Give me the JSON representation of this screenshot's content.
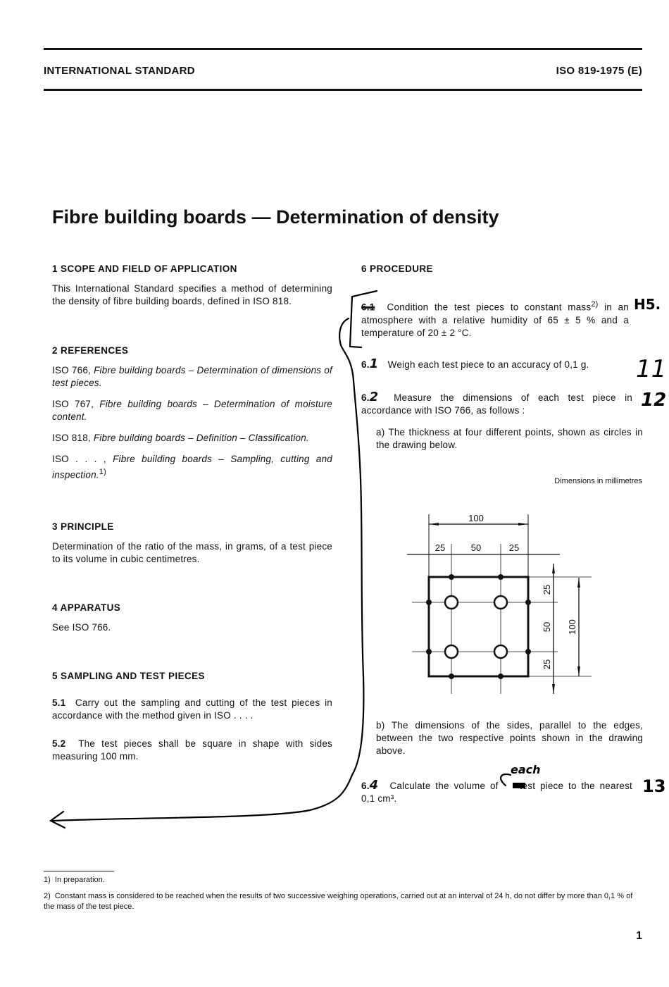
{
  "header": {
    "left": "INTERNATIONAL STANDARD",
    "right": "ISO 819-1975 (E)"
  },
  "title": "Fibre building boards — Determination of density",
  "left": {
    "s1": {
      "heading": "1  SCOPE AND FIELD OF APPLICATION",
      "text": "This International Standard specifies a method of determining the density of fibre building boards, defined in ISO 818."
    },
    "s2": {
      "heading": "2  REFERENCES",
      "refs": [
        {
          "num": "ISO 766,",
          "title": "Fibre building boards – Determination of dimensions of test pieces."
        },
        {
          "num": "ISO 767,",
          "title": "Fibre building boards – Determination of moisture content."
        },
        {
          "num": "ISO 818,",
          "title": "Fibre building boards – Definition – Classification."
        },
        {
          "num": "ISO . . . ,",
          "title": "Fibre building boards – Sampling, cutting and inspection.",
          "sup": "1)"
        }
      ]
    },
    "s3": {
      "heading": "3  PRINCIPLE",
      "text": "Determination of the ratio of the mass, in grams, of a test piece to its volume in cubic centimetres."
    },
    "s4": {
      "heading": "4  APPARATUS",
      "text": "See ISO 766."
    },
    "s5": {
      "heading": "5  SAMPLING AND TEST PIECES",
      "p1_num": "5.1",
      "p1": "Carry out the sampling and cutting of the test pieces in accordance with the method given in ISO . . . .",
      "p2_num": "5.2",
      "p2": "The test pieces shall be square in shape with sides measuring 100 mm."
    }
  },
  "right": {
    "s6": {
      "heading": "6  PROCEDURE",
      "p1_num": "6.1",
      "p1a": "Condition the test pieces to constant mass",
      "p1_sup": "2)",
      "p1b": "in an atmosphere with a relative humidity of 65 ± 5 % and a temperature of 20 ± 2 °C.",
      "p2_num": "6.",
      "p2": "Weigh each test piece to an accuracy of 0,1 g.",
      "p3_num": "6.",
      "p3": "Measure the dimensions of each test piece in accordance with ISO 766, as follows :",
      "a": "a)  The thickness at four different points, shown as circles in the drawing below.",
      "dim_note": "Dimensions in millimetres",
      "b": "b)  The dimensions of the sides, parallel to the edges, between the two respective points shown in the drawing above.",
      "p4_num": "6.",
      "p4a": "Calculate the volume of",
      "p4b": "test piece to the nearest 0,1 cm³."
    },
    "drawing": {
      "top_total": "100",
      "top_segments": [
        "25",
        "50",
        "25"
      ],
      "side_segments": [
        "25",
        "50",
        "25"
      ],
      "side_total": "100"
    }
  },
  "annotations": {
    "hs": "H5.",
    "n11": "11",
    "n12": "12",
    "n13": "13",
    "each": "each",
    "d1": "1",
    "d2": "2",
    "d4": "4"
  },
  "footnotes": [
    {
      "mark": "1)",
      "text": "In preparation."
    },
    {
      "mark": "2)",
      "text": "Constant mass is considered to be reached when the results of two successive weighing operations, carried out at an interval of 24 h, do not differ by more than 0,1 % of the mass of the test piece."
    }
  ],
  "page_number": "1"
}
